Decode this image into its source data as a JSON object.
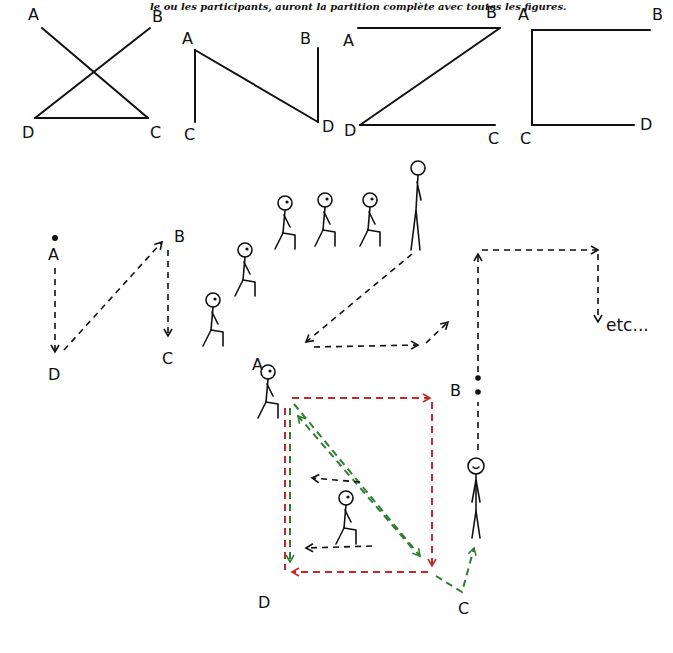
{
  "diagram": {
    "labels": [
      "le ou les participants, auront la partition complète avec toutes les figures.",
      "A",
      "B",
      "D",
      "C",
      "A",
      "B",
      "C",
      "D",
      "A",
      "B",
      "D",
      "C",
      "A",
      "B",
      "C",
      "D",
      "A",
      "B",
      "D",
      "C",
      "etc...",
      "A",
      "B",
      "D",
      "C"
    ]
  }
}
